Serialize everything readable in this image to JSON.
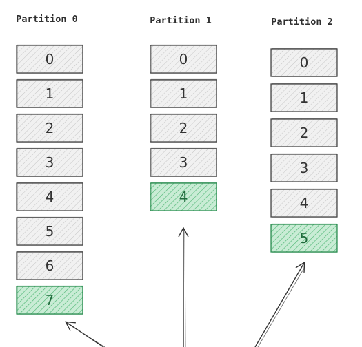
{
  "partitions": [
    {
      "title": "Partition 0",
      "offsets": [
        "0",
        "1",
        "2",
        "3",
        "4",
        "5",
        "6",
        "7"
      ],
      "new_offset": "7"
    },
    {
      "title": "Partition 1",
      "offsets": [
        "0",
        "1",
        "2",
        "3",
        "4"
      ],
      "new_offset": "4"
    },
    {
      "title": "Partition 2",
      "offsets": [
        "0",
        "1",
        "2",
        "3",
        "4",
        "5"
      ],
      "new_offset": "5"
    }
  ],
  "colors": {
    "old_fill": "#f1f1f1",
    "old_hatch": "#c4c4c4",
    "old_stroke": "#4a4a4a",
    "new_fill": "#c9ecd5",
    "new_hatch": "#52b877",
    "new_stroke": "#2f8f54",
    "arrow": "#333333"
  }
}
